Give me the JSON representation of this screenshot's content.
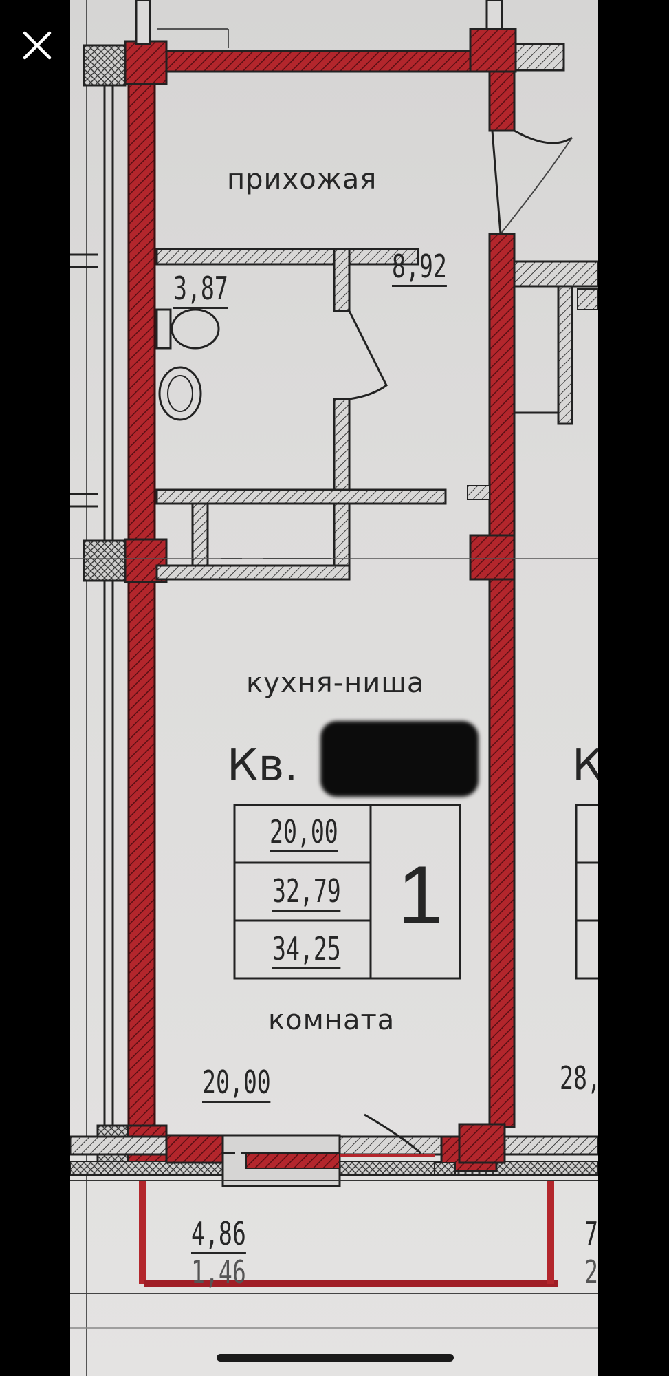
{
  "viewer": {
    "close_icon": "close-icon"
  },
  "plan": {
    "hallway_label": "прихожая",
    "hallway_area": "8,92",
    "bathroom_area": "3,87",
    "kitchen_label": "кухня-ниша",
    "apartment_prefix": "Кв.",
    "apartment_neighbor_prefix": "К",
    "table": {
      "values": [
        "20,00",
        "32,79",
        "34,25"
      ],
      "rooms": "1"
    },
    "room_label": "комната",
    "room_area": "20,00",
    "neighbor_room_area": "28,",
    "balcony_area": "4,86",
    "balcony_area_reduced": "1,46",
    "neighbor_balcony_area": "7",
    "neighbor_balcony_area_reduced": "2"
  },
  "colors": {
    "wall_red": "#b3262c",
    "hatch": "#3a3a3a",
    "paper": "#dcdbda"
  }
}
